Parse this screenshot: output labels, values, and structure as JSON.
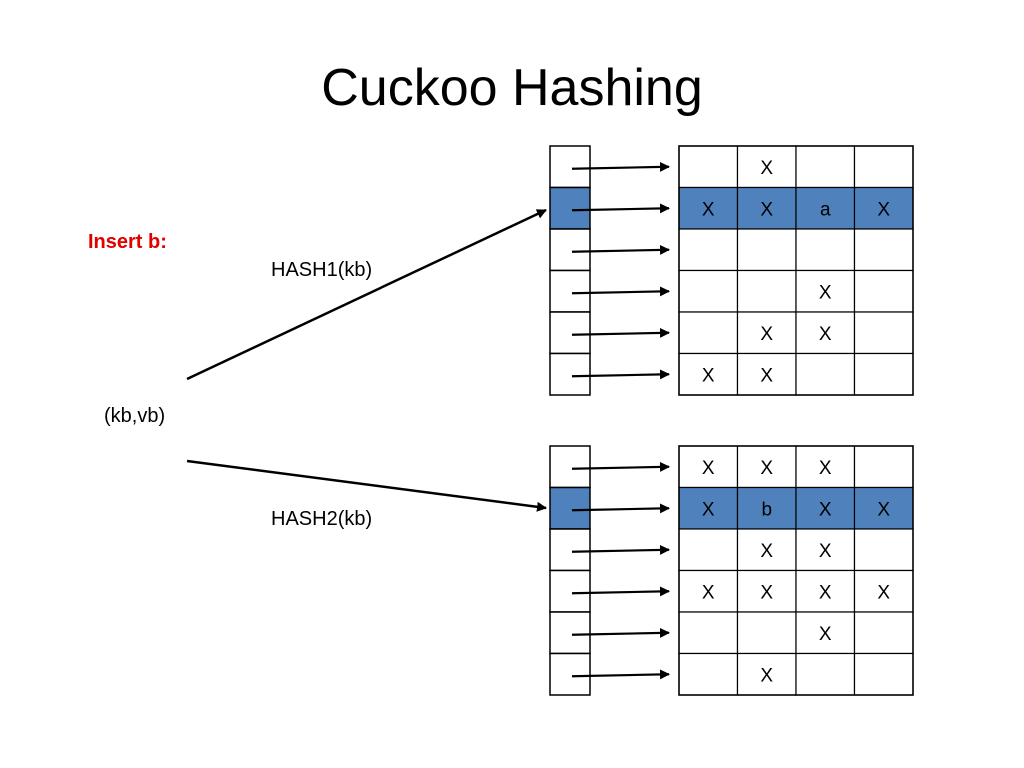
{
  "title": "Cuckoo Hashing",
  "insert_label": "Insert b:",
  "key_label": "(kb,vb)",
  "hash1_label": "HASH1(kb)",
  "hash2_label": "HASH2(kb)",
  "highlight_color": "#4f81bd",
  "tables": [
    {
      "name": "table-1",
      "highlight_row": 1,
      "rows": [
        [
          "",
          "X",
          "",
          ""
        ],
        [
          "X",
          "X",
          "a",
          "X"
        ],
        [
          "",
          "",
          "",
          ""
        ],
        [
          "",
          "",
          "X",
          ""
        ],
        [
          "",
          "X",
          "X",
          ""
        ],
        [
          "X",
          "X",
          "",
          ""
        ]
      ]
    },
    {
      "name": "table-2",
      "highlight_row": 1,
      "rows": [
        [
          "X",
          "X",
          "X",
          ""
        ],
        [
          "X",
          "b",
          "X",
          "X"
        ],
        [
          "",
          "X",
          "X",
          ""
        ],
        [
          "X",
          "X",
          "X",
          "X"
        ],
        [
          "",
          "",
          "X",
          ""
        ],
        [
          "",
          "X",
          "",
          ""
        ]
      ]
    }
  ]
}
